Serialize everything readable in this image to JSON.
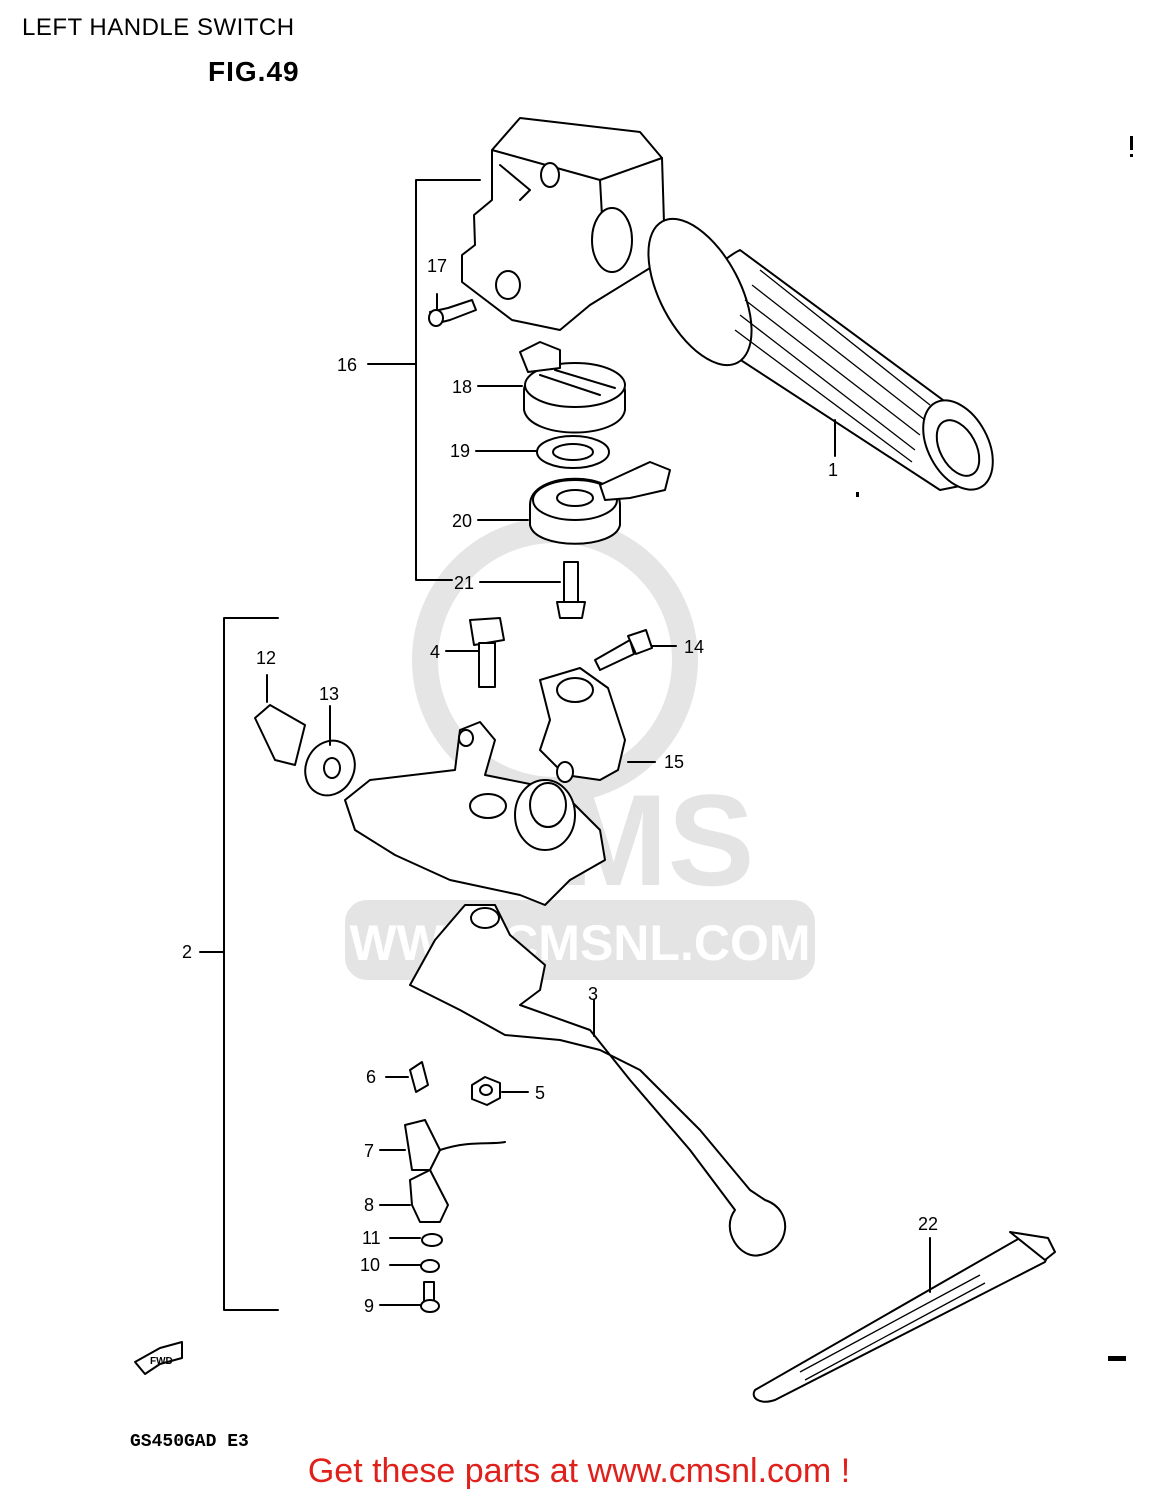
{
  "header": {
    "title": "LEFT HANDLE SWITCH",
    "figure": "FIG.49"
  },
  "footer": {
    "model": "GS450GAD E3",
    "cta": "Get these parts at www.cmsnl.com !"
  },
  "watermark": {
    "brand": "CMS",
    "url": "WWW.CMSNL.COM"
  },
  "fwd_badge": "FWD",
  "callouts": [
    "1",
    "2",
    "3",
    "4",
    "5",
    "6",
    "7",
    "8",
    "9",
    "10",
    "11",
    "12",
    "13",
    "14",
    "15",
    "16",
    "17",
    "18",
    "19",
    "20",
    "21",
    "22"
  ],
  "colors": {
    "ink": "#000000",
    "cta": "#e0201a",
    "watermark": "#cfcfcf"
  }
}
